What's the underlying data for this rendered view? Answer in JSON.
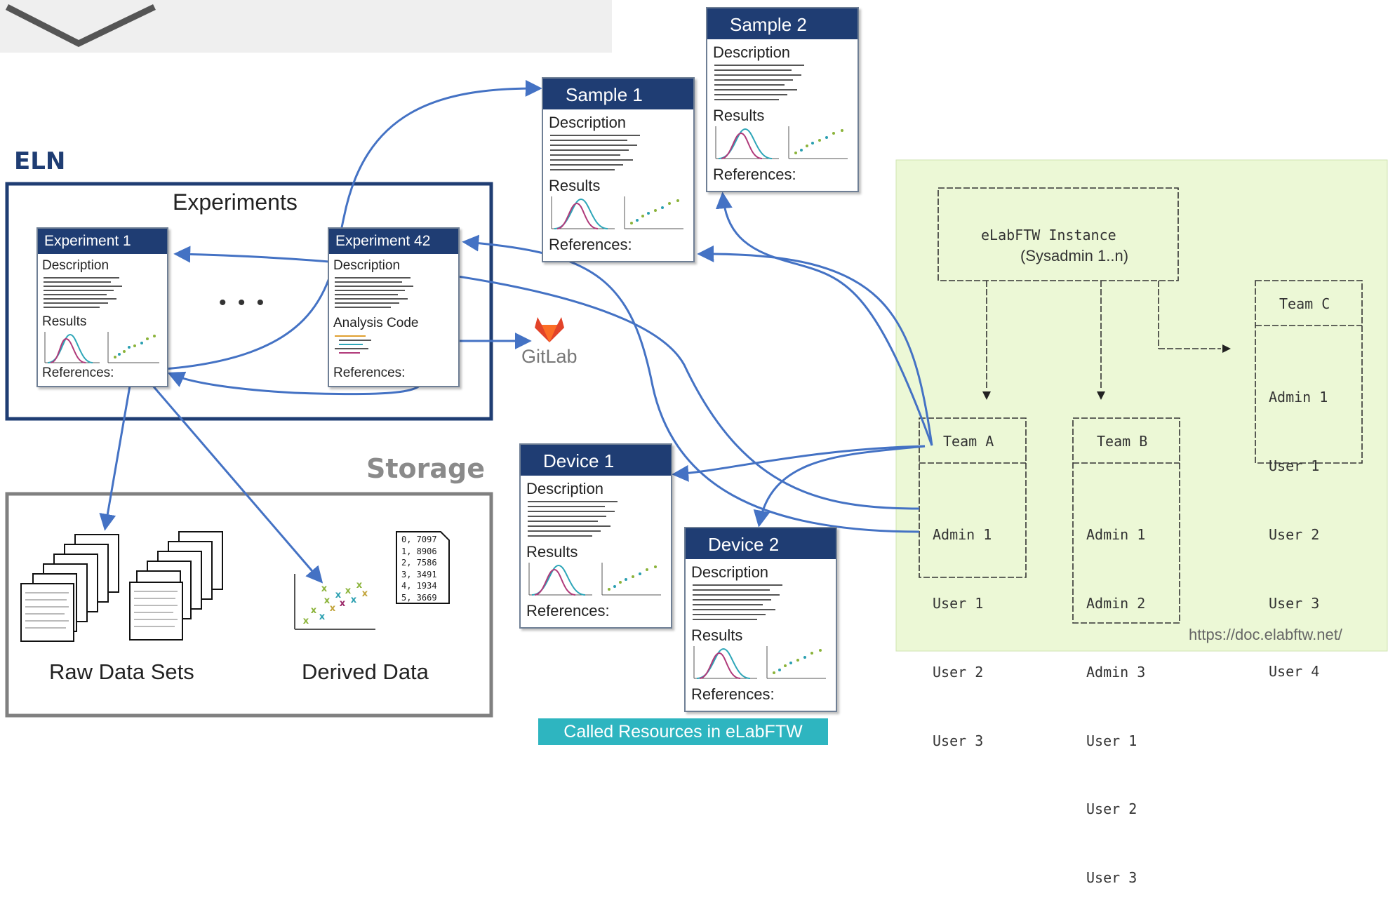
{
  "eln": {
    "title": "ELN",
    "experiments_title": "Experiments",
    "ellipsis": "• • •",
    "experiment1": {
      "title": "Experiment 1",
      "description": "Description",
      "results": "Results",
      "references": "References:"
    },
    "experiment42": {
      "title": "Experiment 42",
      "description": "Description",
      "analysis_code": "Analysis Code",
      "references": "References:"
    }
  },
  "gitlab": {
    "label": "GitLab",
    "color": "#e24329"
  },
  "storage": {
    "title": "Storage",
    "raw_data_label": "Raw Data Sets",
    "derived_data_label": "Derived Data",
    "derived_table": [
      "0, 7097",
      "1, 8906",
      "2, 7586",
      "3, 3491",
      "4, 1934",
      "5, 3669"
    ]
  },
  "resources": {
    "sample1": {
      "title": "Sample 1",
      "description": "Description",
      "results": "Results",
      "references": "References:"
    },
    "sample2": {
      "title": "Sample 2",
      "description": "Description",
      "results": "Results",
      "references": "References:"
    },
    "device1": {
      "title": "Device 1",
      "description": "Description",
      "results": "Results",
      "references": "References:"
    },
    "device2": {
      "title": "Device 2",
      "description": "Description",
      "results": "Results",
      "references": "References:"
    },
    "caption": "Called Resources in eLabFTW"
  },
  "elabftw": {
    "instance_line1": "eLabFTW Instance",
    "instance_line2": "(Sysadmin 1..n)",
    "team_a": {
      "title": "Team A",
      "members": [
        "Admin 1",
        "User 1",
        "User 2",
        "User 3"
      ]
    },
    "team_b": {
      "title": "Team B",
      "members": [
        "Admin 1",
        "Admin 2",
        "Admin 3",
        "User 1",
        "User 2",
        "User 3"
      ]
    },
    "team_c": {
      "title": "Team C",
      "members": [
        "Admin 1",
        "User 1",
        "User 2",
        "User 3",
        "User 4"
      ]
    },
    "source_url": "https://doc.elabftw.net/"
  },
  "colors": {
    "header": "#1f3d73",
    "arrow": "#4472c4",
    "panel": "#ecf8d6",
    "caption_bg": "#2eb5c0"
  }
}
